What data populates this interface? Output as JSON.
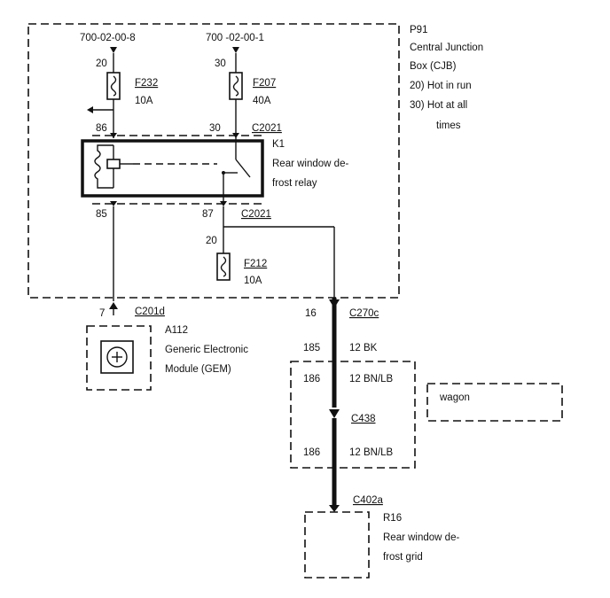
{
  "cjb": {
    "name": "P91",
    "title_line1": "Central Junction",
    "title_line2": "Box (CJB)",
    "note1": "20)  Hot in run",
    "note2_line1": "30)  Hot at all",
    "note2_line2": "times"
  },
  "feed_left": {
    "label": "700-02-00-8",
    "pin": "20"
  },
  "feed_right": {
    "label": "700 -02-00-1",
    "pin": "30"
  },
  "fuses": [
    {
      "id": "F232",
      "rating": "10A"
    },
    {
      "id": "F207",
      "rating": "40A"
    },
    {
      "id": "F212",
      "rating": "10A",
      "pin": "20"
    }
  ],
  "relay": {
    "id": "K1",
    "desc_line1": "Rear window de-",
    "desc_line2": "frost relay",
    "pin_86": "86",
    "pin_30": "30",
    "pin_85": "85",
    "pin_87": "87",
    "connector_top": "C2021",
    "connector_bottom": "C2021"
  },
  "gem": {
    "connector": "C201d",
    "pin": "7",
    "id": "A112",
    "desc_line1": "Generic Electronic",
    "desc_line2": "Module (GEM)"
  },
  "harness": {
    "c270c_pin": "16",
    "c270c": "C270c",
    "w1_pin": "185",
    "w1_label": "12 BK",
    "w2_pin": "186",
    "w2_label": "12 BN/LB",
    "c438": "C438",
    "w3_pin": "186",
    "w3_label": "12 BN/LB",
    "variant": "wagon"
  },
  "grid": {
    "connector": "C402a",
    "id": "R16",
    "desc_line1": "Rear window de-",
    "desc_line2": "frost grid"
  }
}
